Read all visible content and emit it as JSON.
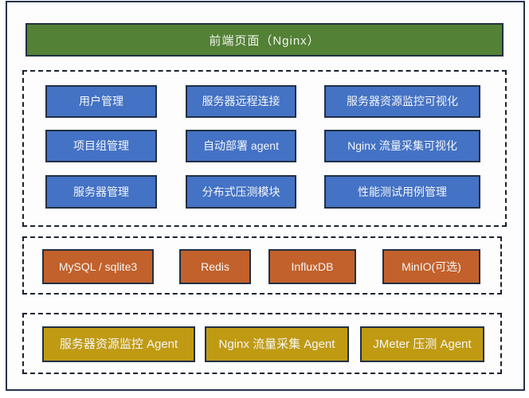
{
  "title_bar": {
    "label": "前端页面（Nginx）"
  },
  "modules": {
    "items": [
      "用户管理",
      "服务器远程连接",
      "服务器资源监控可视化",
      "项目组管理",
      "自动部署 agent",
      "Nginx 流量采集可视化",
      "服务器管理",
      "分布式压测模块",
      "性能测试用例管理"
    ]
  },
  "storage": {
    "items": [
      "MySQL / sqlite3",
      "Redis",
      "InfluxDB",
      "MinIO(可选)"
    ]
  },
  "agents": {
    "items": [
      "服务器资源监控 Agent",
      "Nginx 流量采集 Agent",
      "JMeter 压测 Agent"
    ]
  },
  "colors": {
    "frontend_green": "#538135",
    "module_blue": "#4472C4",
    "storage_orange": "#C2612B",
    "agent_gold": "#C09A12",
    "node_border_navy": "#222F44",
    "frame_navy": "#26334D",
    "dashed_border": "#1A2230"
  }
}
